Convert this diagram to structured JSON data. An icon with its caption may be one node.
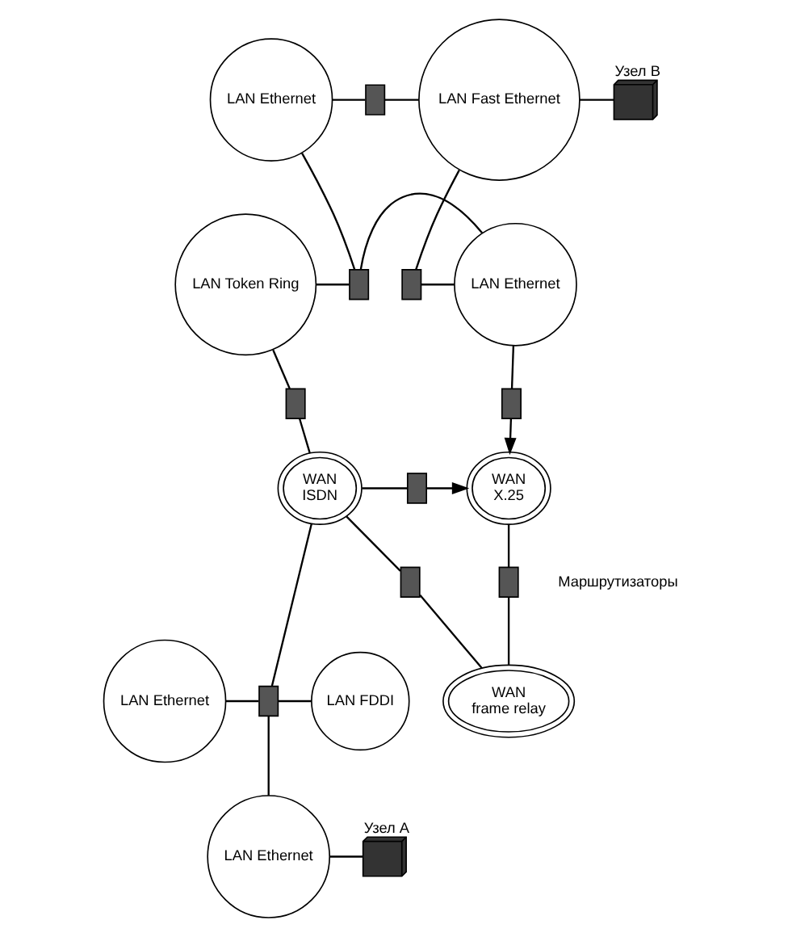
{
  "diagram": {
    "nodes": [
      {
        "text": [
          "LAN Ethernet"
        ]
      },
      {
        "text": [],
        "shape": "box"
      },
      {
        "text": [
          "LAN Fast Ethernet"
        ]
      },
      {
        "text": [],
        "shape": "computer",
        "beside": [
          "Узел В"
        ]
      },
      {
        "text": [
          "LAN Token Ring"
        ]
      },
      {
        "text": [],
        "shape": "box"
      },
      {
        "text": [],
        "shape": "box"
      },
      {
        "text": [
          "LAN Ethernet"
        ]
      },
      {
        "text": [],
        "shape": "box"
      },
      {
        "text": [],
        "shape": "box"
      },
      {
        "text": [
          "WAN",
          "X.25"
        ]
      },
      {
        "text": [
          "WAN",
          "ISDN"
        ]
      },
      {
        "text": [],
        "shape": "box"
      },
      {
        "text": [],
        "shape": "box"
      },
      {
        "text": [],
        "shape": "box"
      },
      {
        "text": [
          "LAN Ethernet"
        ]
      },
      {
        "text": [],
        "shape": "box"
      },
      {
        "text": [
          "LAN FDDI"
        ]
      },
      {
        "text": [
          "WAN",
          "frame relay"
        ]
      },
      {
        "text": [
          "LAN Ethernet"
        ]
      },
      {
        "text": [],
        "shape": "computer",
        "beside": [
          "Узел А"
        ]
      }
    ],
    "edges": [
      {
        "from": 0,
        "to": 1,
        "arrow": "none"
      },
      {
        "from": 1,
        "to": 2,
        "arrow": "none"
      },
      {
        "from": 2,
        "to": 3,
        "arrow": "none"
      },
      {
        "from": 0,
        "to": 5,
        "arrow": "none"
      },
      {
        "from": 4,
        "to": 5,
        "arrow": "none"
      },
      {
        "from": 5,
        "to": 7,
        "arrow": "none"
      },
      {
        "from": 2,
        "to": 6,
        "arrow": "none"
      },
      {
        "from": 6,
        "to": 7,
        "arrow": "none"
      },
      {
        "from": 4,
        "to": 8,
        "arrow": "none"
      },
      {
        "from": 8,
        "to": 11,
        "arrow": "none"
      },
      {
        "from": 7,
        "to": 9,
        "arrow": "none"
      },
      {
        "from": 9,
        "to": 10,
        "arrow": "to"
      },
      {
        "from": 11,
        "to": 12,
        "arrow": "none"
      },
      {
        "from": 12,
        "to": 10,
        "arrow": "to"
      },
      {
        "from": 11,
        "to": 13,
        "arrow": "none"
      },
      {
        "from": 13,
        "to": 18,
        "arrow": "none"
      },
      {
        "from": 10,
        "to": 14,
        "arrow": "none"
      },
      {
        "from": 14,
        "to": 18,
        "arrow": "none"
      },
      {
        "from": 11,
        "to": 16,
        "arrow": "none"
      },
      {
        "from": 15,
        "to": 16,
        "arrow": "none"
      },
      {
        "from": 16,
        "to": 17,
        "arrow": "none"
      },
      {
        "from": 16,
        "to": 19,
        "arrow": "none"
      },
      {
        "from": 19,
        "to": 20,
        "arrow": "none"
      }
    ],
    "labels": [
      "Маршрутизаторы"
    ]
  }
}
